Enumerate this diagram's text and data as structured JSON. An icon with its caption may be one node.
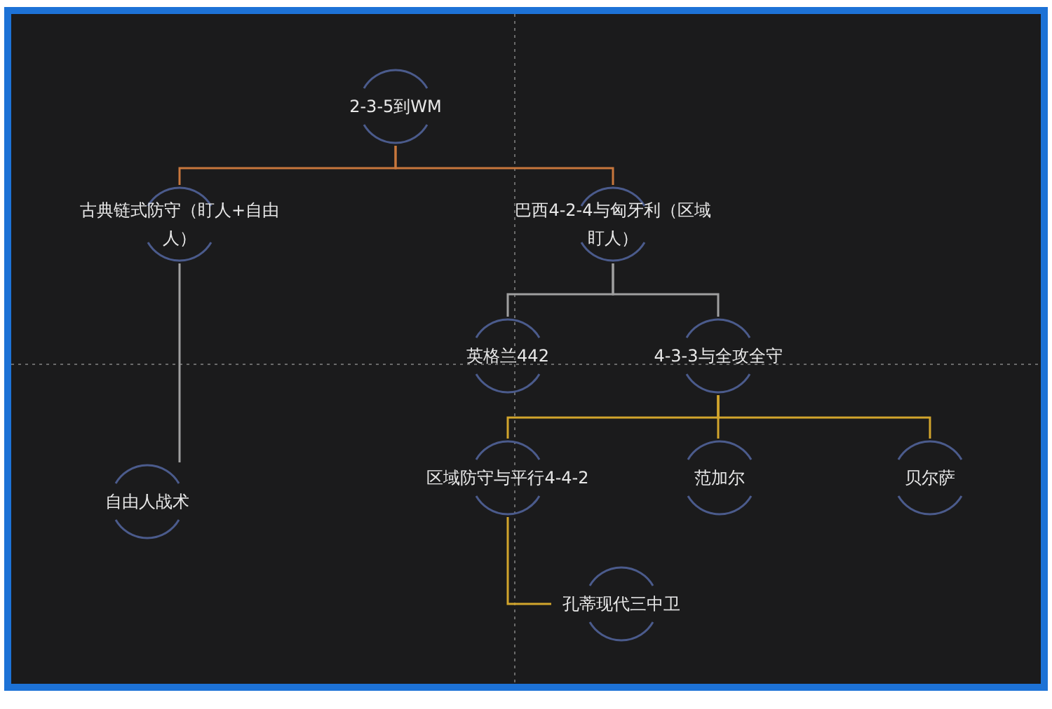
{
  "diagram": {
    "nodes": [
      {
        "text": [
          "2-3-5到WM"
        ]
      },
      {
        "text": [
          "古典链式防守（盯人+自由人）"
        ]
      },
      {
        "text": [
          "巴西4-2-4与匈牙利（区域盯人）"
        ]
      },
      {
        "text": [
          "英格兰442"
        ]
      },
      {
        "text": [
          "4-3-3与全攻全守"
        ]
      },
      {
        "text": [
          "自由人战术"
        ]
      },
      {
        "text": [
          "区域防守与平行4-4-2"
        ]
      },
      {
        "text": [
          "范加尔"
        ]
      },
      {
        "text": [
          "贝尔萨"
        ]
      },
      {
        "text": [
          "孔蒂现代三中卫"
        ]
      }
    ],
    "edges": [
      {
        "from": 0,
        "to": 1,
        "arrow": "none",
        "color": "#c8773c"
      },
      {
        "from": 0,
        "to": 2,
        "arrow": "none",
        "color": "#c8773c"
      },
      {
        "from": 1,
        "to": 5,
        "arrow": "none",
        "color": "#a0a0a0"
      },
      {
        "from": 2,
        "to": 3,
        "arrow": "none",
        "color": "#a0a0a0"
      },
      {
        "from": 2,
        "to": 4,
        "arrow": "none",
        "color": "#a0a0a0"
      },
      {
        "from": 4,
        "to": 6,
        "arrow": "none"
      },
      {
        "from": 4,
        "to": 7,
        "arrow": "none"
      },
      {
        "from": 4,
        "to": 8,
        "arrow": "none"
      },
      {
        "from": 6,
        "to": 9,
        "arrow": "none"
      }
    ]
  }
}
